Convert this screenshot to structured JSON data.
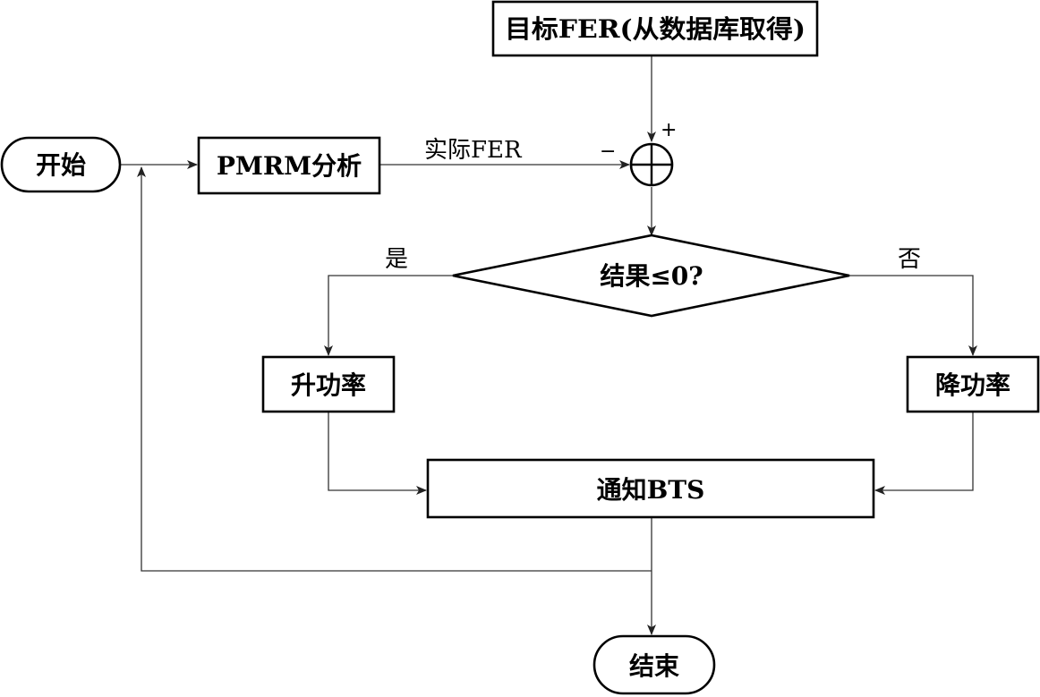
{
  "nodes": {
    "start": "开始",
    "pmrm": "PMRM分析",
    "target_fer": "目标FER(从数据库取得)",
    "decision": "结果≤0?",
    "raise_power": "升功率",
    "lower_power": "降功率",
    "notify_bts": "通知BTS",
    "end": "结束"
  },
  "edge_labels": {
    "actual_fer": "实际FER",
    "yes": "是",
    "no": "否",
    "plus": "+",
    "minus": "−"
  }
}
